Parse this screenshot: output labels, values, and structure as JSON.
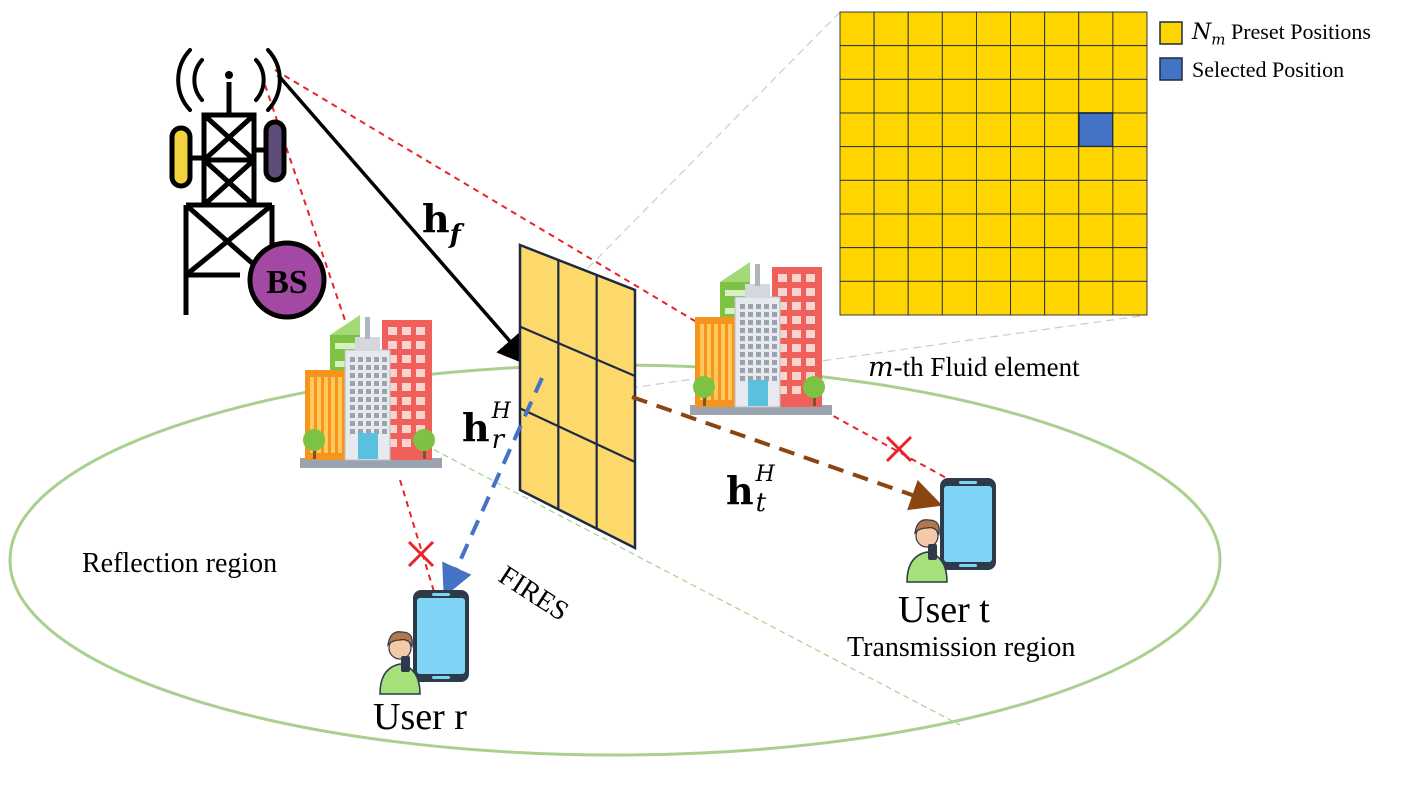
{
  "labels": {
    "h_f": {
      "main": "h",
      "sub": "f"
    },
    "h_r": {
      "main": "h",
      "sup": "H",
      "sub": "r"
    },
    "h_t": {
      "main": "h",
      "sup": "H",
      "sub": "t"
    },
    "bs": "BS",
    "fires": "FIRES",
    "fluid_element": {
      "prefix": "m",
      "text": "-th Fluid element"
    },
    "reflection_region": "Reflection region",
    "transmission_region": "Transmission region",
    "user_r": "User r",
    "user_t": "User t"
  },
  "legend": {
    "preset": {
      "symbol_main": "N",
      "symbol_sub": "m",
      "text": " Preset Positions",
      "color": "#FFD500"
    },
    "selected": {
      "text": "Selected Position",
      "color": "#4472C4"
    }
  },
  "grid": {
    "rows": 9,
    "cols": 9,
    "selected_row": 3,
    "selected_col": 7
  },
  "colors": {
    "panel_fill": "#FDD86A",
    "panel_stroke": "#1e2a44",
    "red_dashed": "#E8242A",
    "blue_dashed": "#4472C4",
    "brown_dashed": "#8B4513",
    "ellipse": "#A9D08E",
    "blocked_x": "#E8242A"
  }
}
